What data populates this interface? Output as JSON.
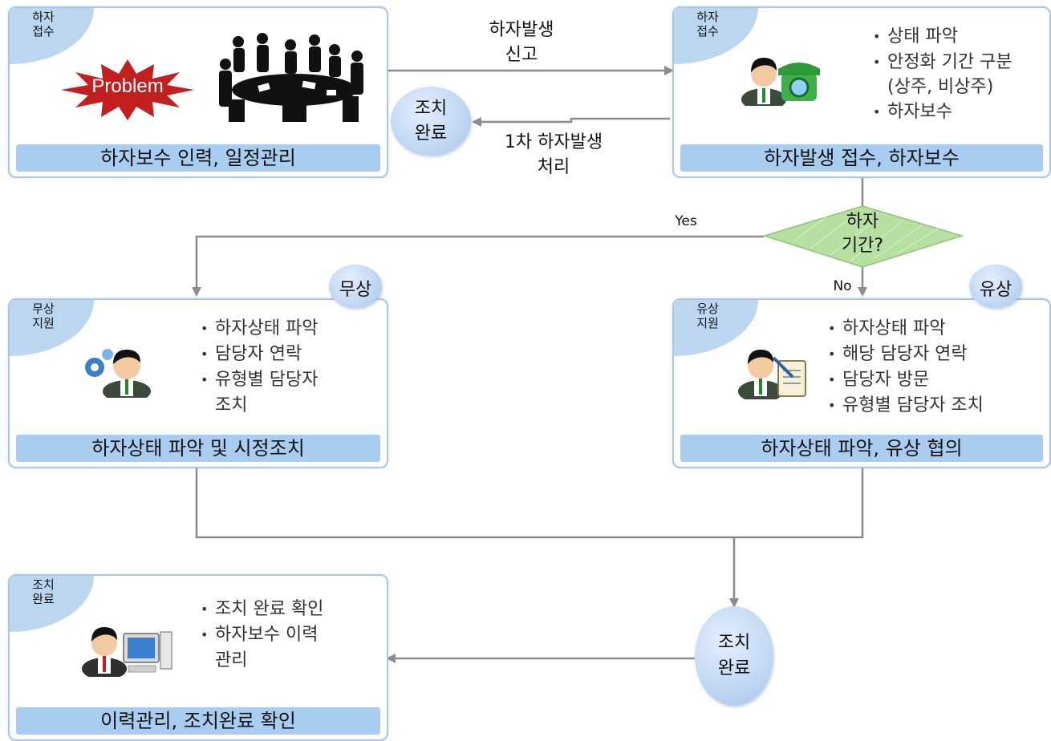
{
  "box_intake": {
    "tab": "하자\n접수",
    "problem_label": "Problem",
    "footer": "하자보수 인력, 일정관리"
  },
  "box_reception": {
    "tab": "하자\n접수",
    "bullets": [
      "상태 파악",
      "안정화 기간 구분\n(상주, 비상주)",
      "하자보수"
    ],
    "footer": "하자발생 접수, 하자보수"
  },
  "box_free": {
    "tab": "무상\n지원",
    "badge": "무상",
    "bullets": [
      "하자상태 파악",
      "담당자 연락",
      "유형별 담당자\n조치"
    ],
    "footer": "하자상태 파악 및 시정조치"
  },
  "box_paid": {
    "tab": "유상\n지원",
    "badge": "유상",
    "bullets": [
      "하자상태 파악",
      "해당 담당자 연락",
      "담당자 방문",
      "유형별 담당자 조치"
    ],
    "footer": "하자상태 파악, 유상 협의"
  },
  "box_done": {
    "tab": "조치\n완료",
    "bullets": [
      "조치 완료 확인",
      "하자보수 이력\n관리"
    ],
    "footer": "이력관리, 조치완료 확인"
  },
  "flow": {
    "report_label": "하자발생\n신고",
    "first_handle_label": "1차 하자발생\n처리",
    "done_top": "조치\n완료",
    "done_bottom": "조치\n완료",
    "decision": "하자\n기간?",
    "yes": "Yes",
    "no": "No"
  },
  "colors": {
    "line": "#8c8c8c",
    "box_border": "#a8c6e6",
    "footer_fill": "#a9cdf0",
    "tab_fill": "#bcd6f0",
    "decision_fill": "#b7e0a0",
    "problem_burst": "#c41f1f"
  }
}
